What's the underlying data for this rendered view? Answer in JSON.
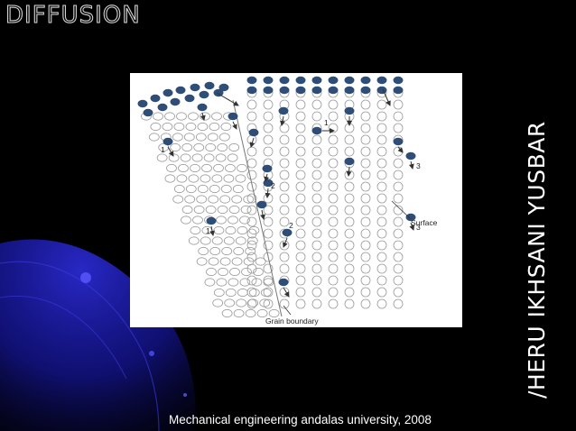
{
  "slide": {
    "title": "DIFFUSION",
    "author": "/HERU IKHSANI YUSBAR",
    "footer": "Mechanical engineering andalas university, 2008"
  },
  "figure": {
    "labels": {
      "surface": "Surface",
      "grain_boundary": "Grain boundary",
      "path_numbers": [
        "1",
        "1",
        "1",
        "2",
        "2",
        "3",
        "3"
      ]
    },
    "colors": {
      "lattice_atom_outline": "#9a9a9a",
      "diffusing_atom": "#2e4e78",
      "arrow": "#333333"
    }
  },
  "colors": {
    "background": "#000000",
    "glow": "#1a1aa8",
    "text": "#ffffff"
  }
}
